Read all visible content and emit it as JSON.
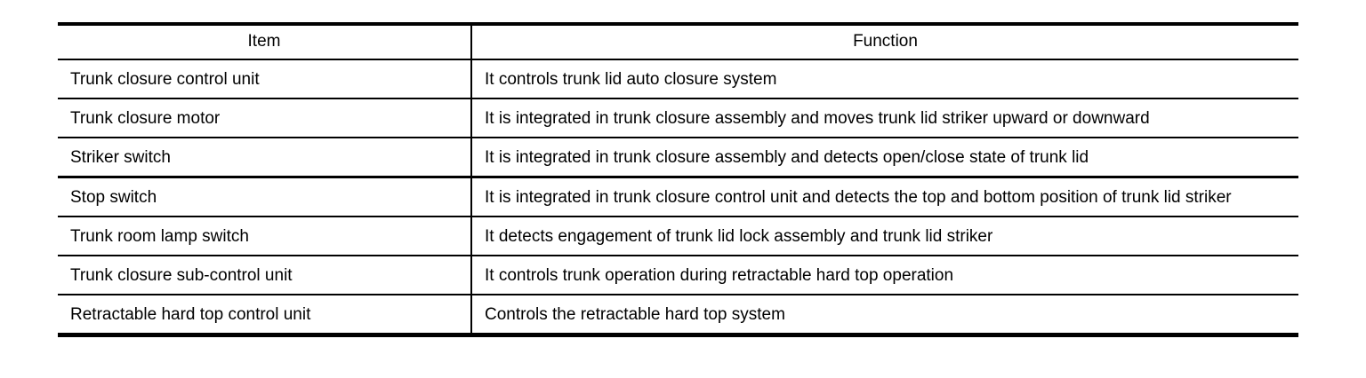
{
  "table": {
    "headers": {
      "item": "Item",
      "function": "Function"
    },
    "rows": [
      {
        "item": "Trunk closure control unit",
        "function": "It controls trunk lid auto closure system"
      },
      {
        "item": "Trunk closure motor",
        "function": "It is integrated in trunk closure assembly and moves trunk lid striker upward or downward"
      },
      {
        "item": "Striker switch",
        "function": "It is integrated in trunk closure assembly and detects open/close state of trunk lid"
      },
      {
        "item": "Stop switch",
        "function": "It is integrated in trunk closure control unit and detects the top and bottom position of trunk lid striker"
      },
      {
        "item": "Trunk room lamp switch",
        "function": "It detects engagement of trunk lid lock assembly and trunk lid striker"
      },
      {
        "item": "Trunk closure sub-control unit",
        "function": "It controls trunk operation during retractable hard top operation"
      },
      {
        "item": "Retractable hard top control unit",
        "function": "Controls the retractable hard top system"
      }
    ]
  }
}
